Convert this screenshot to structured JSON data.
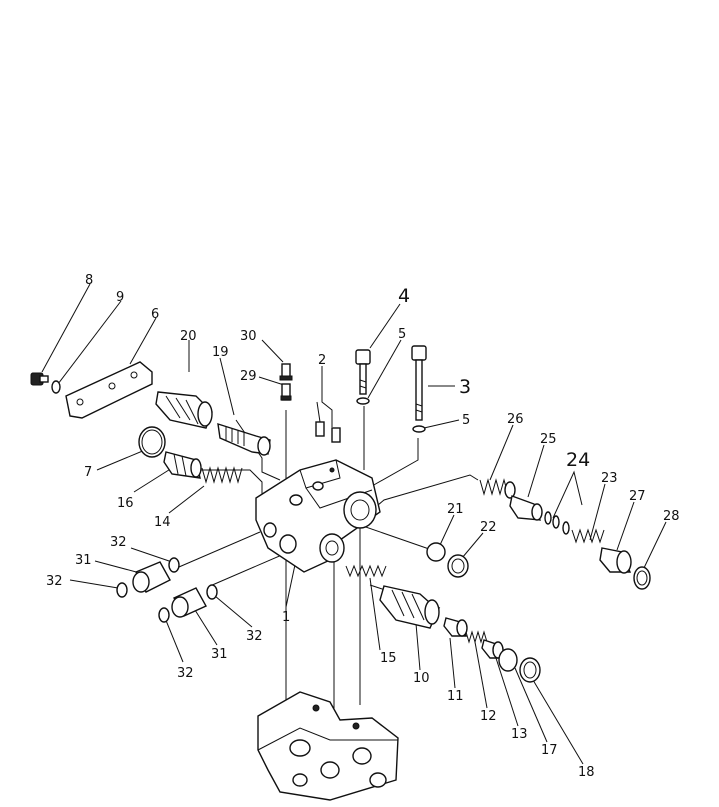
{
  "diagram": {
    "callouts": [
      {
        "id": "8",
        "text": "8"
      },
      {
        "id": "9",
        "text": "9"
      },
      {
        "id": "6",
        "text": "6"
      },
      {
        "id": "20",
        "text": "20"
      },
      {
        "id": "19",
        "text": "19"
      },
      {
        "id": "30",
        "text": "30"
      },
      {
        "id": "29",
        "text": "29"
      },
      {
        "id": "2",
        "text": "2"
      },
      {
        "id": "4",
        "text": "4"
      },
      {
        "id": "5a",
        "text": "5"
      },
      {
        "id": "3",
        "text": "3"
      },
      {
        "id": "5b",
        "text": "5"
      },
      {
        "id": "26",
        "text": "26"
      },
      {
        "id": "25",
        "text": "25"
      },
      {
        "id": "24",
        "text": "24"
      },
      {
        "id": "23",
        "text": "23"
      },
      {
        "id": "27",
        "text": "27"
      },
      {
        "id": "28",
        "text": "28"
      },
      {
        "id": "7",
        "text": "7"
      },
      {
        "id": "16",
        "text": "16"
      },
      {
        "id": "14",
        "text": "14"
      },
      {
        "id": "21",
        "text": "21"
      },
      {
        "id": "22",
        "text": "22"
      },
      {
        "id": "32a",
        "text": "32"
      },
      {
        "id": "31a",
        "text": "31"
      },
      {
        "id": "32b",
        "text": "32"
      },
      {
        "id": "1",
        "text": "1"
      },
      {
        "id": "15",
        "text": "15"
      },
      {
        "id": "32c",
        "text": "32"
      },
      {
        "id": "31b",
        "text": "31"
      },
      {
        "id": "32d",
        "text": "32"
      },
      {
        "id": "10",
        "text": "10"
      },
      {
        "id": "11",
        "text": "11"
      },
      {
        "id": "12",
        "text": "12"
      },
      {
        "id": "13",
        "text": "13"
      },
      {
        "id": "17",
        "text": "17"
      },
      {
        "id": "18",
        "text": "18"
      }
    ]
  }
}
